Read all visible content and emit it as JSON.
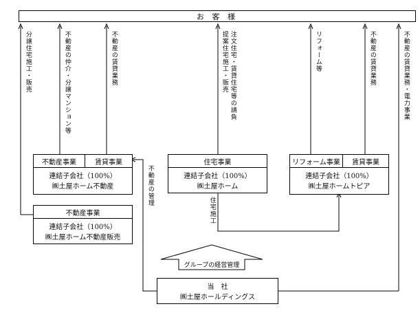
{
  "customer": {
    "title": "お 客 様"
  },
  "flow_labels": {
    "sale_construction": "分譲住宅施工・販売",
    "brokerage": "不動産の仲介・分譲マンション等",
    "rental_left": "不動産の賃貸業務",
    "order_housing_1": "注文住宅・賃貸住宅等の請負",
    "order_housing_2": "提案住宅施工・販売",
    "reform": "リフォーム等",
    "rental_right": "不動産の賃貸業務",
    "rental_power": "不動産の賃貸業務・電力事業",
    "property_management": "不動産の管理",
    "housing_construction": "住宅施工"
  },
  "boxes": {
    "fudosan": {
      "seg1": "不動産事業",
      "seg2": "賃貸事業",
      "line1": "連結子会社（100%）",
      "line2": "㈱土屋ホーム不動産"
    },
    "home": {
      "seg1": "住宅事業",
      "line1": "連結子会社（100%）",
      "line2": "㈱土屋ホーム"
    },
    "topia": {
      "seg1": "リフォーム事業",
      "seg2": "賃貸事業",
      "line1": "連結子会社（100%）",
      "line2": "㈱土屋ホームトピア"
    },
    "hanbai": {
      "seg1": "不動産事業",
      "line1": "連結子会社（100%）",
      "line2": "㈱土屋ホーム不動産販売"
    },
    "holdings": {
      "line1": "当　社",
      "line2": "㈱土屋ホールディングス"
    }
  },
  "management_label": "グループの経営管理"
}
